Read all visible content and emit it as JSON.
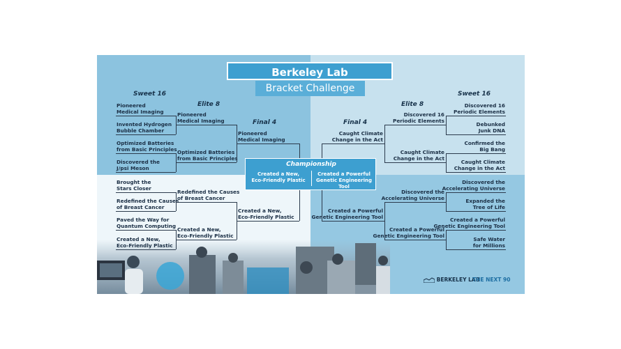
{
  "title": "Berkeley Lab Breakthroughs",
  "subtitle": "Bracket Challenge",
  "rounds": {
    "sweet16_left": "Sweet 16",
    "elite8_left": "Elite 8",
    "final4_left": "Final 4",
    "championship": "Championship",
    "final4_right": "Final 4",
    "elite8_right": "Elite 8",
    "sweet16_right": "Sweet 16"
  },
  "left": {
    "s16": [
      "Pioneered\nMedical Imaging",
      "Invented Hydrogen\nBubble Chamber",
      "Optimized Batteries\nfrom Basic Principles",
      "Discovered the\nJ/psi Meson",
      "Brought the\nStars Closer",
      "Redefined the Causes\nof Breast Cancer",
      "Paved the Way for\nQuantum Computing",
      "Created a New,\nEco-Friendly Plastic"
    ],
    "e8": [
      "Pioneered\nMedical Imaging",
      "Optimized Batteries\nfrom Basic Principles",
      "Redefined the Causes\nof Breast Cancer",
      "Created a New,\nEco-Friendly Plastic"
    ],
    "f4": [
      "Pioneered\nMedical Imaging",
      "Created a New,\nEco-Friendly Plastic"
    ]
  },
  "right": {
    "s16": [
      "Discovered 16\nPeriodic Elements",
      "Debunked\nJunk DNA",
      "Confirmed the\nBig Bang",
      "Caught Climate\nChange in the Act",
      "Discovered the\nAccelerating Universe",
      "Expanded the\nTree of Life",
      "Created a Powerful\nGenetic Engineering Tool",
      "Safe Water\nfor Millions"
    ],
    "e8": [
      "Discovered 16\nPeriodic Elements",
      "Caught Climate\nChange in the Act",
      "Discovered the\nAccelerating Universe",
      "Created a Powerful\nGenetic Engineering Tool"
    ],
    "f4": [
      "Caught Climate\nChange in the Act",
      "Created a Powerful\nGenetic Engineering Tool"
    ]
  },
  "champ": {
    "left": "Created a New,\nEco-Friendly Plastic",
    "right": "Created a Powerful\nGenetic Engineering Tool"
  },
  "footer": {
    "logo": "BERKELEY LAB",
    "tagline": "THE NEXT 90"
  },
  "colors": {
    "title_bg": "#3d9fd0",
    "left_top_bg": "#8cc3df",
    "right_bottom_bg": "#95c8e2",
    "text": "#1b2f45"
  }
}
